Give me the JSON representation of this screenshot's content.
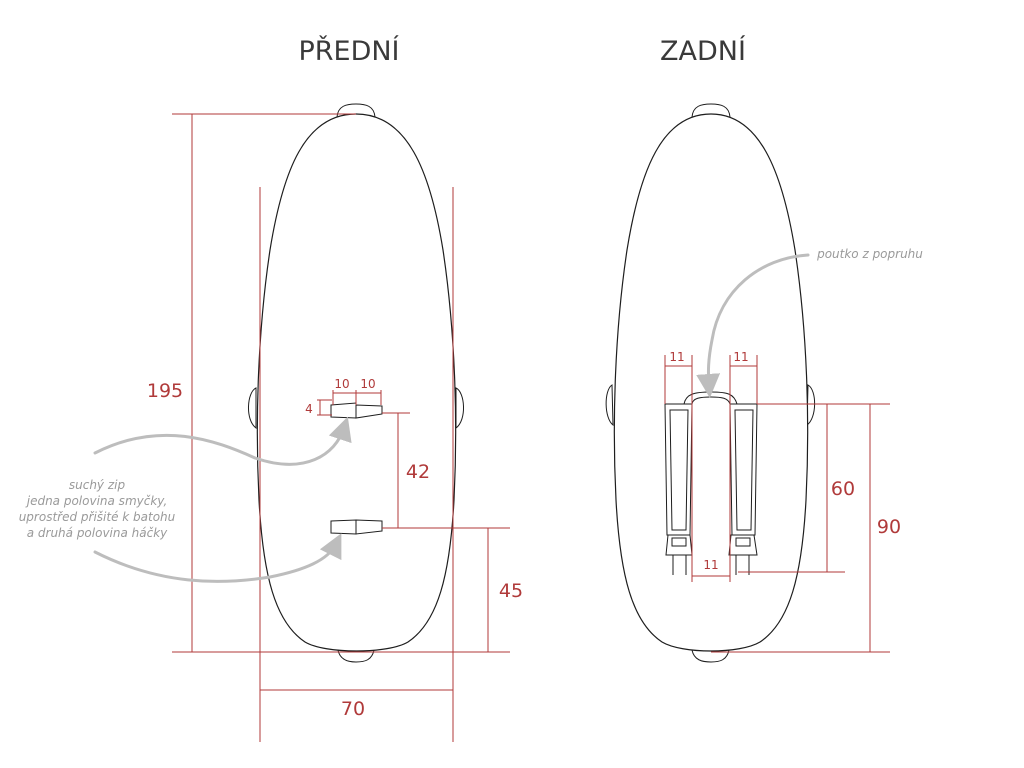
{
  "views": {
    "front_title": "PŘEDNÍ",
    "back_title": "ZADNÍ"
  },
  "front": {
    "dims": {
      "height": "195",
      "width": "70",
      "gap": "42",
      "bottom": "45",
      "patch_w1": "10",
      "patch_w2": "10",
      "patch_h": "4"
    },
    "note_lines": [
      "suchý zip",
      "jedna polovina smyčky,",
      "uprostřed přišité k batohu",
      "a druhá polovina háčky"
    ]
  },
  "back": {
    "dims": {
      "strap_left": "11",
      "strap_right": "11",
      "strap_gap": "11",
      "height_60": "60",
      "height_90": "90"
    },
    "note": "poutko z popruhu"
  },
  "colors": {
    "dimension": "#b03a3a",
    "outline": "#1e1e1e",
    "annotation": "#9a9a9a"
  }
}
